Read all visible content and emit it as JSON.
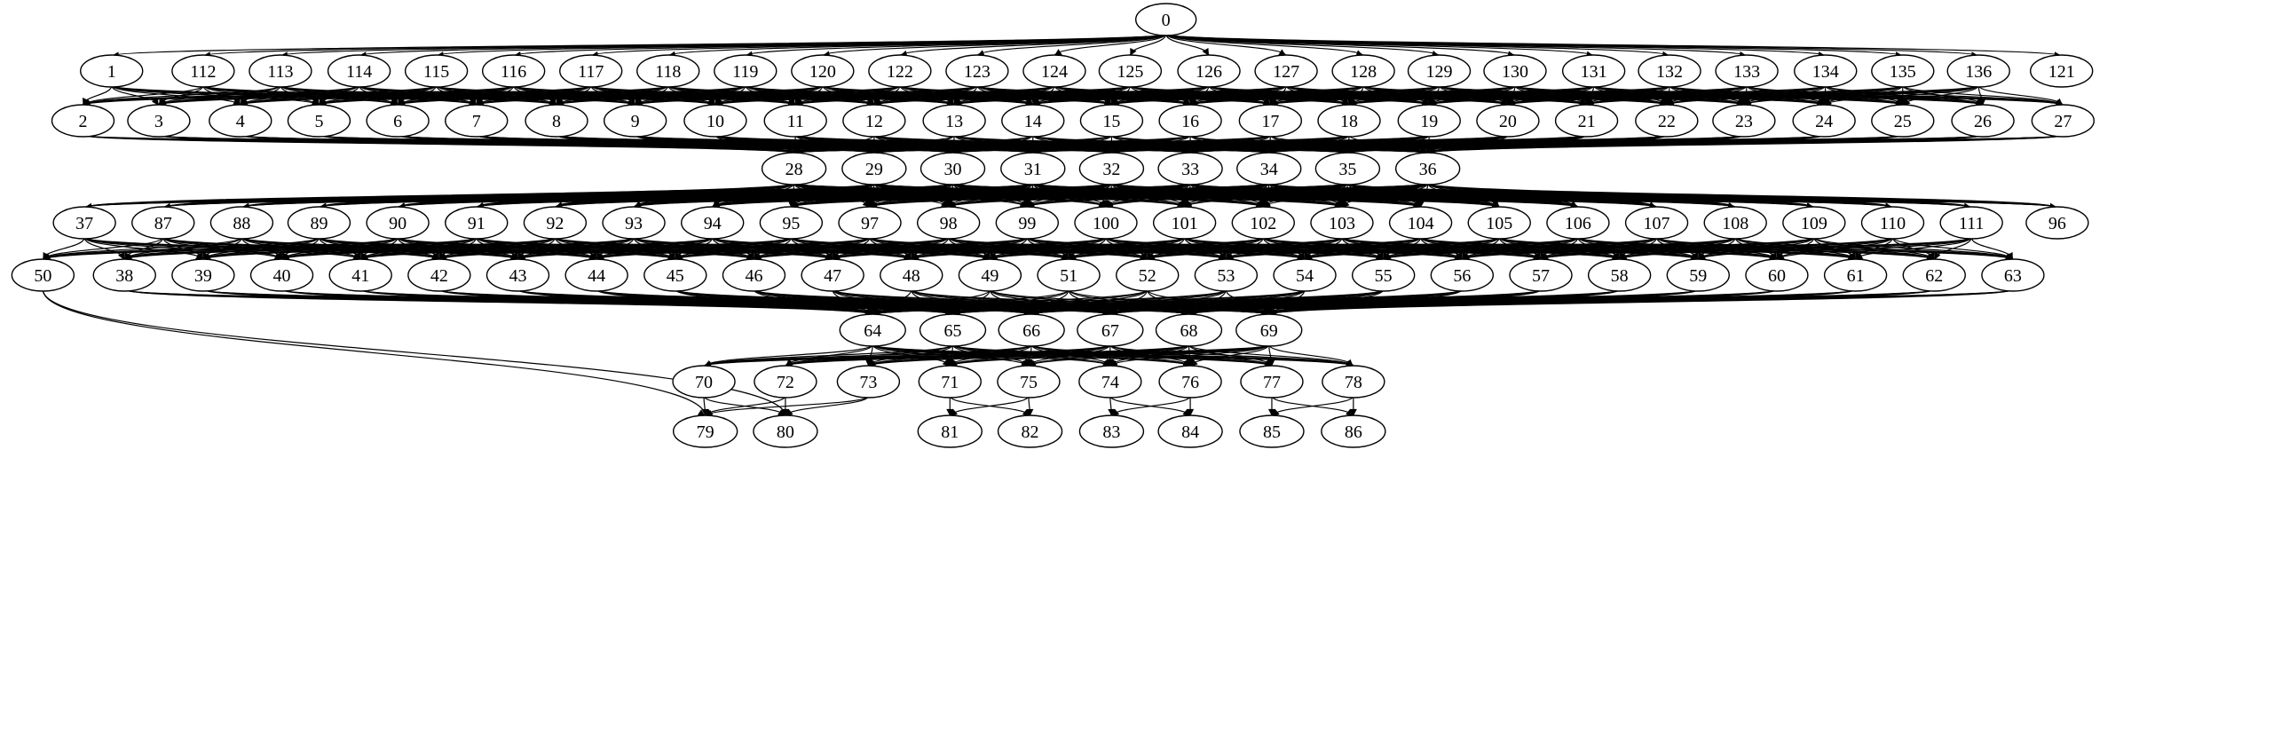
{
  "graph": {
    "kind": "directed-graph",
    "node_shape": "ellipse",
    "node_color": "#000000",
    "background": "#ffffff",
    "rows": [
      [
        "0"
      ],
      [
        "1",
        "112",
        "113",
        "114",
        "115",
        "116",
        "117",
        "118",
        "119",
        "120",
        "122",
        "123",
        "124",
        "125",
        "126",
        "127",
        "128",
        "129",
        "130",
        "131",
        "132",
        "133",
        "134",
        "135",
        "136",
        "121"
      ],
      [
        "2",
        "3",
        "4",
        "5",
        "6",
        "7",
        "8",
        "9",
        "10",
        "11",
        "12",
        "13",
        "14",
        "15",
        "16",
        "17",
        "18",
        "19",
        "20",
        "21",
        "22",
        "23",
        "24",
        "25",
        "26",
        "27"
      ],
      [
        "28",
        "29",
        "30",
        "31",
        "32",
        "33",
        "34",
        "35",
        "36"
      ],
      [
        "37",
        "87",
        "88",
        "89",
        "90",
        "91",
        "92",
        "93",
        "94",
        "95",
        "97",
        "98",
        "99",
        "100",
        "101",
        "102",
        "103",
        "104",
        "105",
        "106",
        "107",
        "108",
        "109",
        "110",
        "111",
        "96"
      ],
      [
        "50",
        "38",
        "39",
        "40",
        "41",
        "42",
        "43",
        "44",
        "45",
        "46",
        "47",
        "48",
        "49",
        "51",
        "52",
        "53",
        "54",
        "55",
        "56",
        "57",
        "58",
        "59",
        "60",
        "61",
        "62",
        "63"
      ],
      [
        "64",
        "65",
        "66",
        "67",
        "68",
        "69"
      ],
      [
        "70",
        "72",
        "73",
        "71",
        "75",
        "74",
        "76",
        "77",
        "78"
      ],
      [
        "79",
        "80",
        "81",
        "82",
        "83",
        "84",
        "85",
        "86"
      ]
    ]
  }
}
